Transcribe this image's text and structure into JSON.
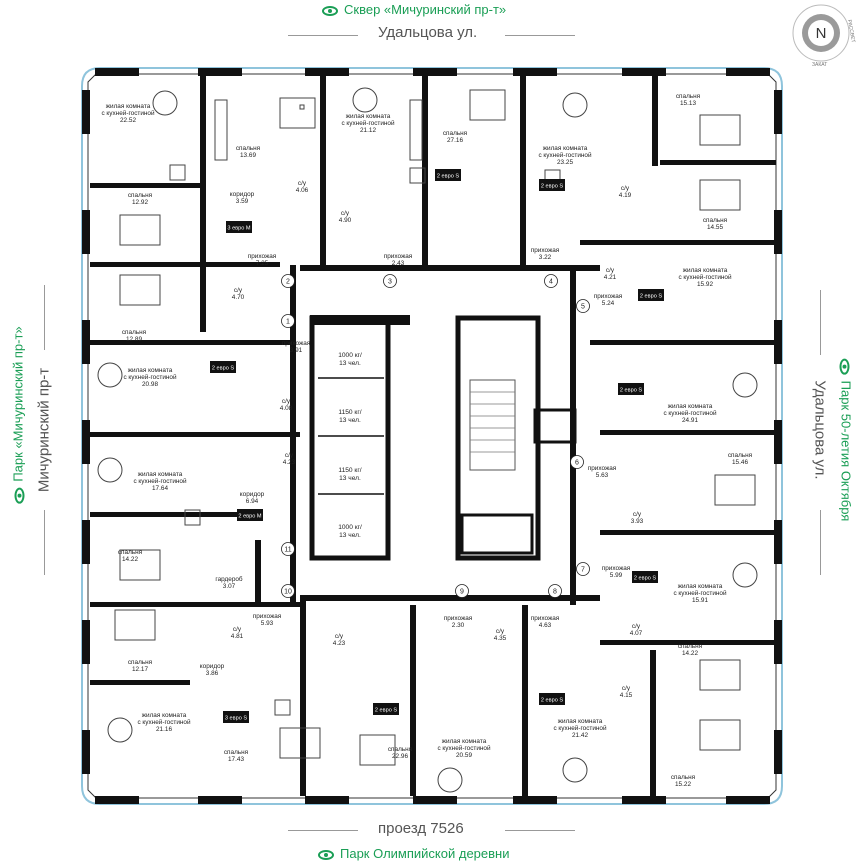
{
  "top_park": "Сквер «Мичуринский пр-т»",
  "top_street": "Удальцова ул.",
  "bottom_street": "проезд 7526",
  "bottom_park": "Парк Олимпийской деревни",
  "left_park": "Парк «Мичуринский пр-т»",
  "left_street": "Мичуринский пр-т",
  "right_park": "Парк 50-летия Октября",
  "right_street": "Удальцова ул.",
  "compass": {
    "north": "N",
    "sunrise": "РАССВЕТ",
    "sunset": "ЗАКАТ"
  },
  "rooms": [
    {
      "name": "жилая комната с кухней-гостиной",
      "area": "22.52"
    },
    {
      "name": "спальня",
      "area": "13.69"
    },
    {
      "name": "жилая комната с кухней-гостиной",
      "area": "21.12"
    },
    {
      "name": "спальня",
      "area": "27.16"
    },
    {
      "name": "жилая комната с кухней-гостиной",
      "area": "23.25"
    },
    {
      "name": "спальня",
      "area": "15.13"
    },
    {
      "name": "спальня",
      "area": "12.92"
    },
    {
      "name": "коридор",
      "area": "3.59"
    },
    {
      "name": "с/у",
      "area": "4.06"
    },
    {
      "name": "с/у",
      "area": "4.90"
    },
    {
      "name": "с/у",
      "area": "4.19"
    },
    {
      "name": "спальня",
      "area": "14.55"
    },
    {
      "name": "прихожая",
      "area": "7.25"
    },
    {
      "name": "прихожая",
      "area": "2.43"
    },
    {
      "name": "прихожая",
      "area": "3.22"
    },
    {
      "name": "с/у",
      "area": "4.21"
    },
    {
      "name": "жилая комната с кухней-гостиной",
      "area": "15.92"
    },
    {
      "name": "с/у",
      "area": "4.70"
    },
    {
      "name": "прихожая",
      "area": "5.24"
    },
    {
      "name": "спальня",
      "area": "12.89"
    },
    {
      "name": "прихожая",
      "area": "3.91"
    },
    {
      "name": "жилая комната с кухней-гостиной",
      "area": "20.98"
    },
    {
      "name": "с/у",
      "area": "4.08"
    },
    {
      "name": "жилая комната с кухней-гостиной",
      "area": "24.91"
    },
    {
      "name": "с/у",
      "area": "4.23"
    },
    {
      "name": "спальня",
      "area": "15.46"
    },
    {
      "name": "прихожая",
      "area": "5.63"
    },
    {
      "name": "жилая комната с кухней-гостиной",
      "area": "17.64"
    },
    {
      "name": "коридор",
      "area": "6.94"
    },
    {
      "name": "с/у",
      "area": "3.93"
    },
    {
      "name": "спальня",
      "area": "14.22"
    },
    {
      "name": "гардероб",
      "area": "3.07"
    },
    {
      "name": "прихожая",
      "area": "5.99"
    },
    {
      "name": "жилая комната с кухней-гостиной",
      "area": "15.91"
    },
    {
      "name": "с/у",
      "area": "4.81"
    },
    {
      "name": "прихожая",
      "area": "5.93"
    },
    {
      "name": "с/у",
      "area": "4.23"
    },
    {
      "name": "прихожая",
      "area": "2.30"
    },
    {
      "name": "с/у",
      "area": "4.35"
    },
    {
      "name": "прихожая",
      "area": "4.63"
    },
    {
      "name": "с/у",
      "area": "4.07"
    },
    {
      "name": "спальня",
      "area": "14.22"
    },
    {
      "name": "спальня",
      "area": "12.17"
    },
    {
      "name": "коридор",
      "area": "3.86"
    },
    {
      "name": "с/у",
      "area": "4.15"
    },
    {
      "name": "жилая комната с кухней-гостиной",
      "area": "21.16"
    },
    {
      "name": "спальня",
      "area": "17.43"
    },
    {
      "name": "спальня",
      "area": "22.96"
    },
    {
      "name": "жилая комната с кухней-гостиной",
      "area": "20.59"
    },
    {
      "name": "жилая комната с кухней-гостиной",
      "area": "21.42"
    },
    {
      "name": "спальня",
      "area": "15.22"
    }
  ],
  "badges": [
    "2 евро S",
    "2 евро S",
    "3 евро M",
    "2 евро S",
    "2 евро S",
    "2 евро S",
    "2 евро M",
    "2 евро S",
    "3 евро S",
    "2 евро S",
    "2 евро S"
  ],
  "apartment_numbers": [
    "1",
    "2",
    "3",
    "4",
    "5",
    "6",
    "7",
    "8",
    "9",
    "10",
    "11"
  ],
  "elevators": [
    {
      "capacity": "1000 кг/",
      "persons": "13 чел."
    },
    {
      "capacity": "1150 кг/",
      "persons": "13 чел."
    },
    {
      "capacity": "1150 кг/",
      "persons": "13 чел."
    },
    {
      "capacity": "1000 кг/",
      "persons": "13 чел."
    }
  ],
  "colors": {
    "park_green": "#1a9e55",
    "wall": "#111111",
    "glass": "#8fc4dc",
    "street_text": "#555555"
  }
}
